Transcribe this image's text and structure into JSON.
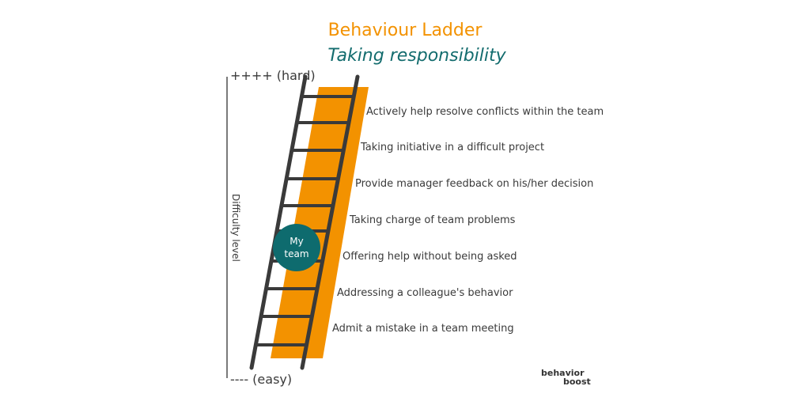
{
  "title": "Behaviour Ladder",
  "subtitle": "Taking responsibility",
  "axis": {
    "top": "++++ (hard)",
    "bottom": "---- (easy)",
    "label": "Difficulty level"
  },
  "marker": {
    "line1": "My",
    "line2": "team"
  },
  "steps": [
    "Actively help resolve conflicts within the team",
    "Taking initiative in a difficult project",
    "Provide manager feedback on his/her decision",
    "Taking charge of team problems",
    "Offering help without being asked",
    "Addressing a colleague's behavior",
    "Admit a mistake in a team meeting"
  ],
  "logo": {
    "line1": "behavior",
    "line2": "boost"
  },
  "colors": {
    "orange": "#f39200",
    "teal": "#0e6b6e",
    "ladder": "#3a3a3a"
  }
}
